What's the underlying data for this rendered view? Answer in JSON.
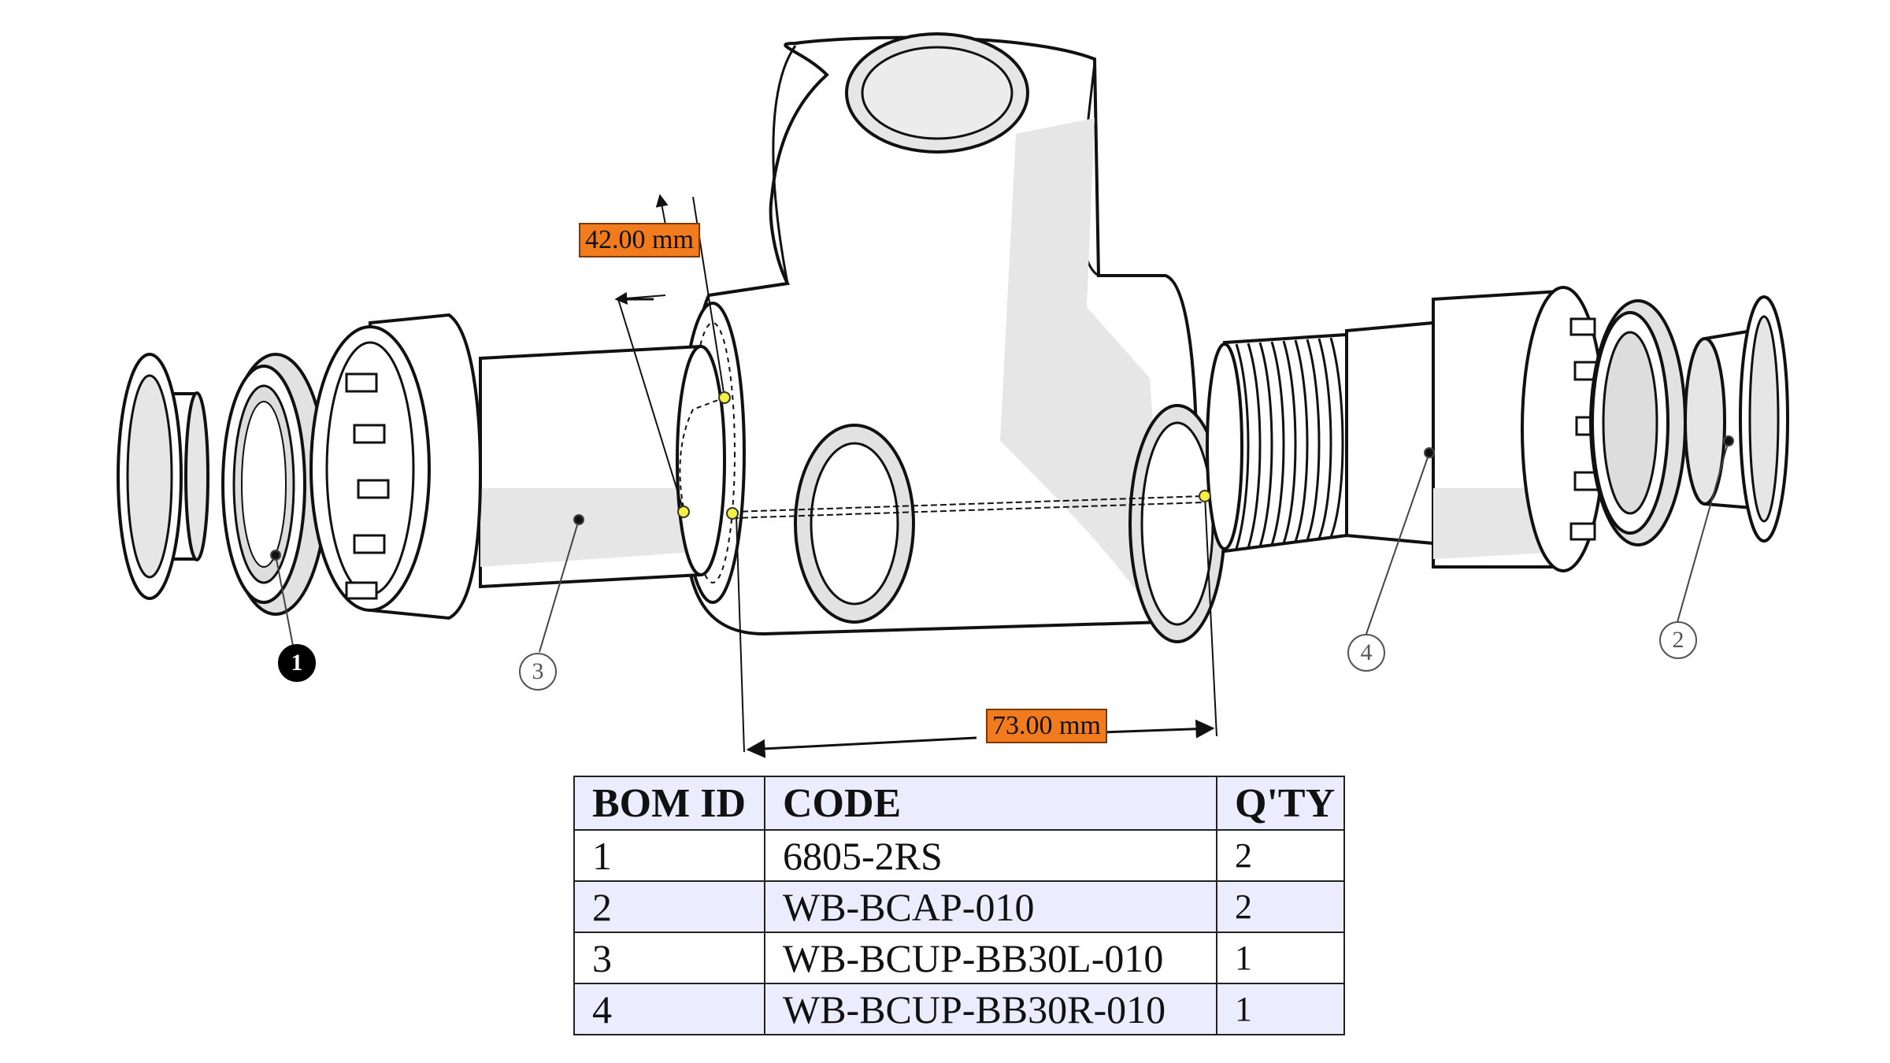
{
  "dimensions": {
    "bearing_width": "42.00 mm",
    "shell_width": "73.00 mm"
  },
  "balloons": [
    {
      "id": "1",
      "filled": true
    },
    {
      "id": "3",
      "filled": false
    },
    {
      "id": "4",
      "filled": false
    },
    {
      "id": "2",
      "filled": false
    }
  ],
  "bom": {
    "headers": [
      "BOM ID",
      "CODE",
      "Q'TY"
    ],
    "rows": [
      {
        "id": "1",
        "code": "6805-2RS",
        "qty": "2"
      },
      {
        "id": "2",
        "code": "WB-BCAP-010",
        "qty": "2"
      },
      {
        "id": "3",
        "code": "WB-BCUP-BB30L-010",
        "qty": "1"
      },
      {
        "id": "4",
        "code": "WB-BCUP-BB30R-010",
        "qty": "1"
      }
    ]
  },
  "colors": {
    "dimension_label": "#f27c1d",
    "table_header_fill": "#ececff",
    "point_marker": "#f4f142"
  }
}
